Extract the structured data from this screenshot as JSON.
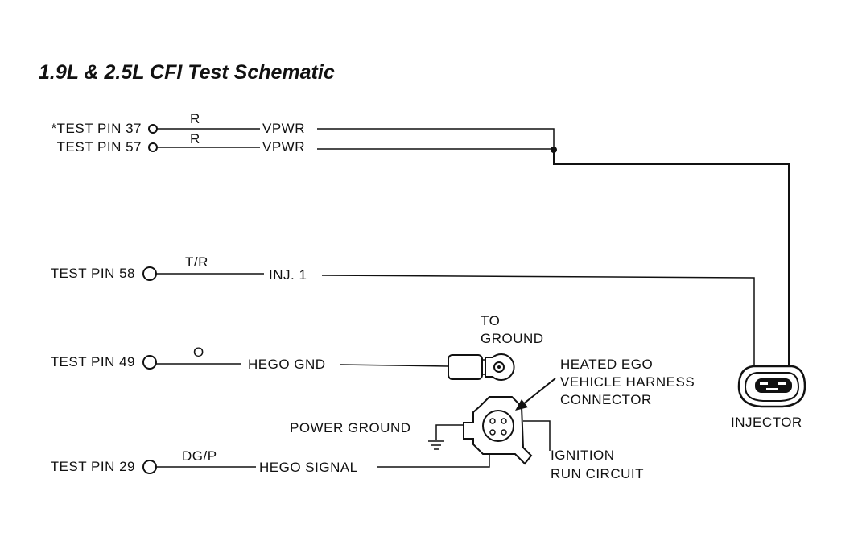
{
  "title": "1.9L & 2.5L CFI Test Schematic",
  "pins": {
    "pin37": {
      "label": "*TEST PIN 37",
      "color": "R",
      "circuit": "VPWR"
    },
    "pin57": {
      "label": "TEST PIN 57",
      "color": "R",
      "circuit": "VPWR"
    },
    "pin58": {
      "label": "TEST PIN 58",
      "color": "T/R",
      "circuit": "INJ. 1"
    },
    "pin49": {
      "label": "TEST PIN 49",
      "color": "O",
      "circuit": "HEGO GND"
    },
    "pin29": {
      "label": "TEST PIN 29",
      "color": "DG/P",
      "circuit": "HEGO SIGNAL"
    }
  },
  "components": {
    "to_ground": [
      "TO",
      "GROUND"
    ],
    "heated_ego": [
      "HEATED EGO",
      "VEHICLE HARNESS",
      "CONNECTOR"
    ],
    "power_ground": "POWER GROUND",
    "ignition": [
      "IGNITION",
      "RUN CIRCUIT"
    ],
    "injector": "INJECTOR"
  }
}
